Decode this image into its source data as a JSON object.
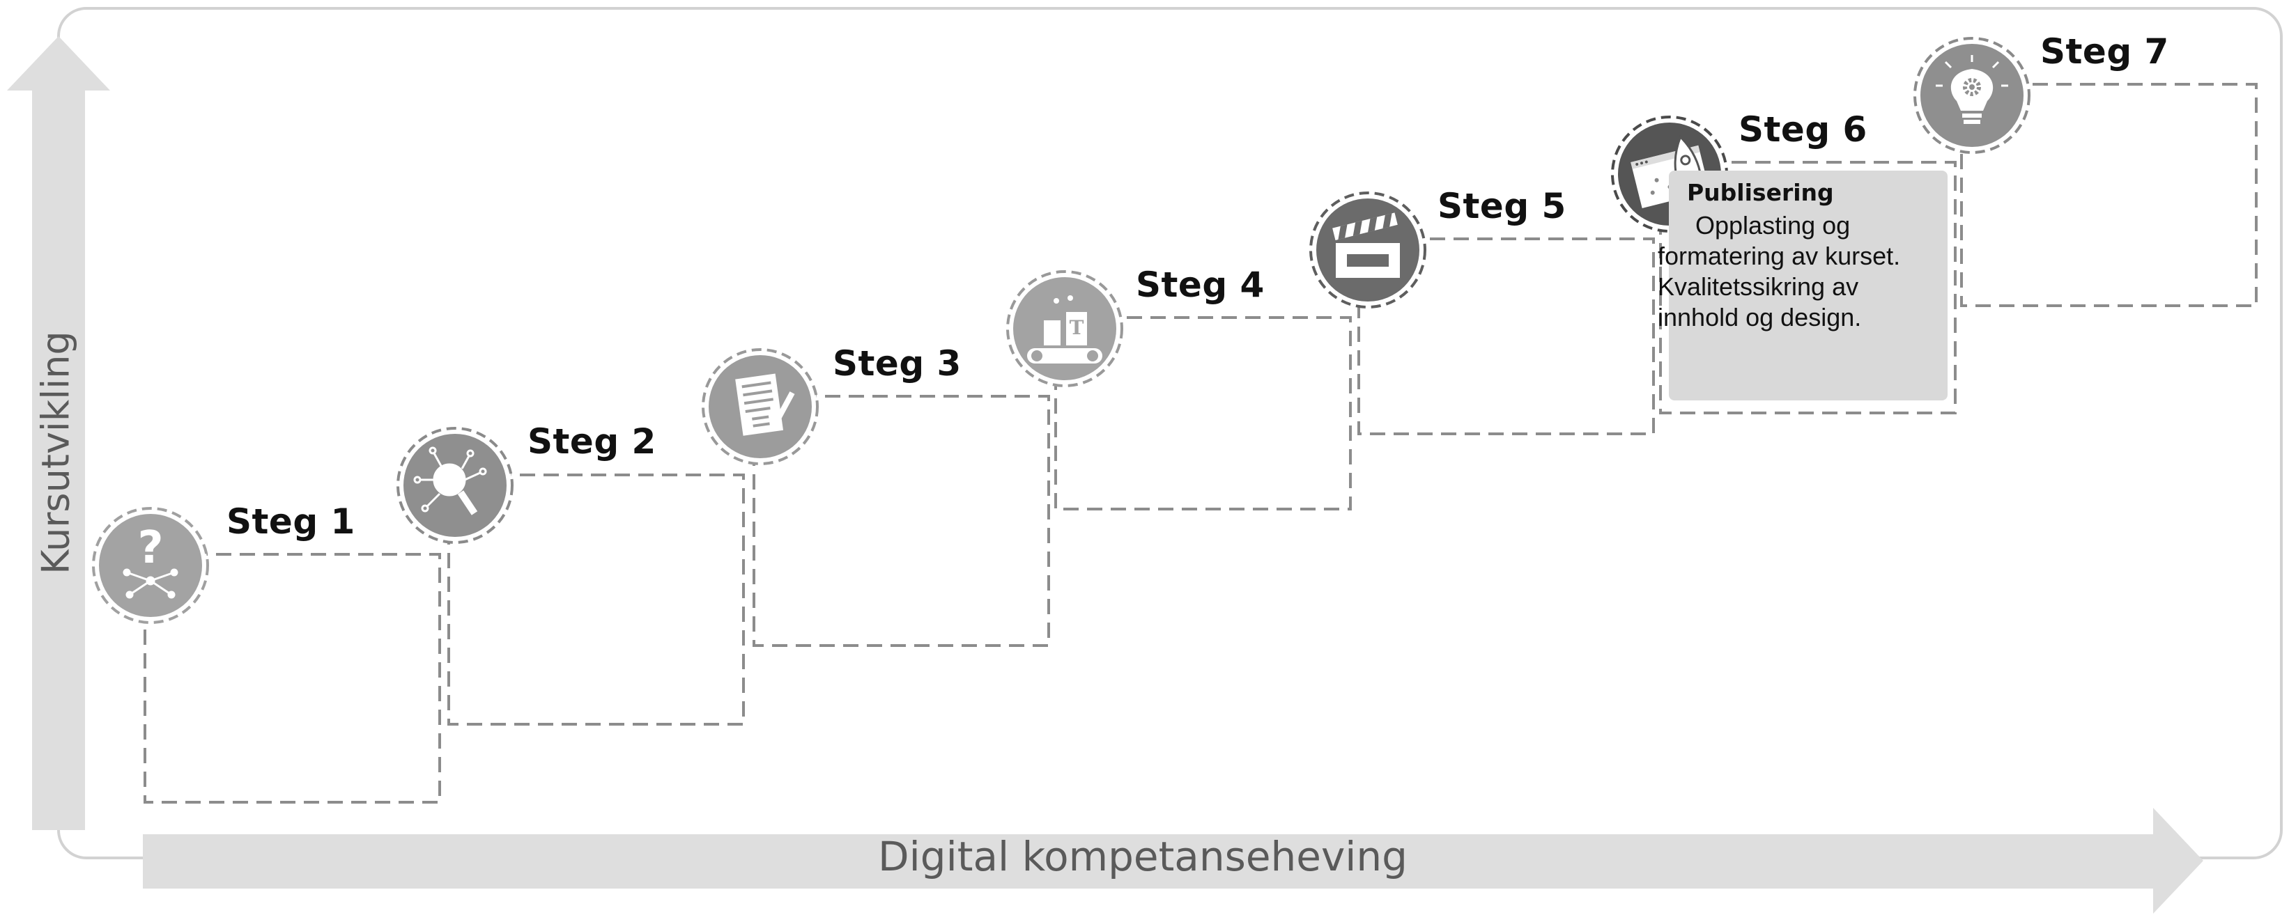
{
  "axes": {
    "y_label": "Kursutvikling",
    "x_label": "Digital kompetanseheving"
  },
  "steps": [
    {
      "title": "Steg 1",
      "icon": "question-network-icon"
    },
    {
      "title": "Steg 2",
      "icon": "magnifier-network-icon"
    },
    {
      "title": "Steg 3",
      "icon": "document-checklist-icon"
    },
    {
      "title": "Steg 4",
      "icon": "production-conveyor-icon"
    },
    {
      "title": "Steg 5",
      "icon": "clapperboard-icon"
    },
    {
      "title": "Steg 6",
      "icon": "rocket-launch-icon"
    },
    {
      "title": "Steg 7",
      "icon": "lightbulb-gear-icon"
    }
  ],
  "detail": {
    "heading": "Publisering",
    "body": "Opplasting og formatering av kurset. Kvalitetssikring av innhold og design."
  },
  "colors": {
    "frame": "#d2d2d2",
    "arrow": "#dedede",
    "dashed": "#8c8c8c",
    "icon_light": "#a3a3a3",
    "icon_dark": "#6b6b6b",
    "detail_box": "#d9d9d9"
  }
}
